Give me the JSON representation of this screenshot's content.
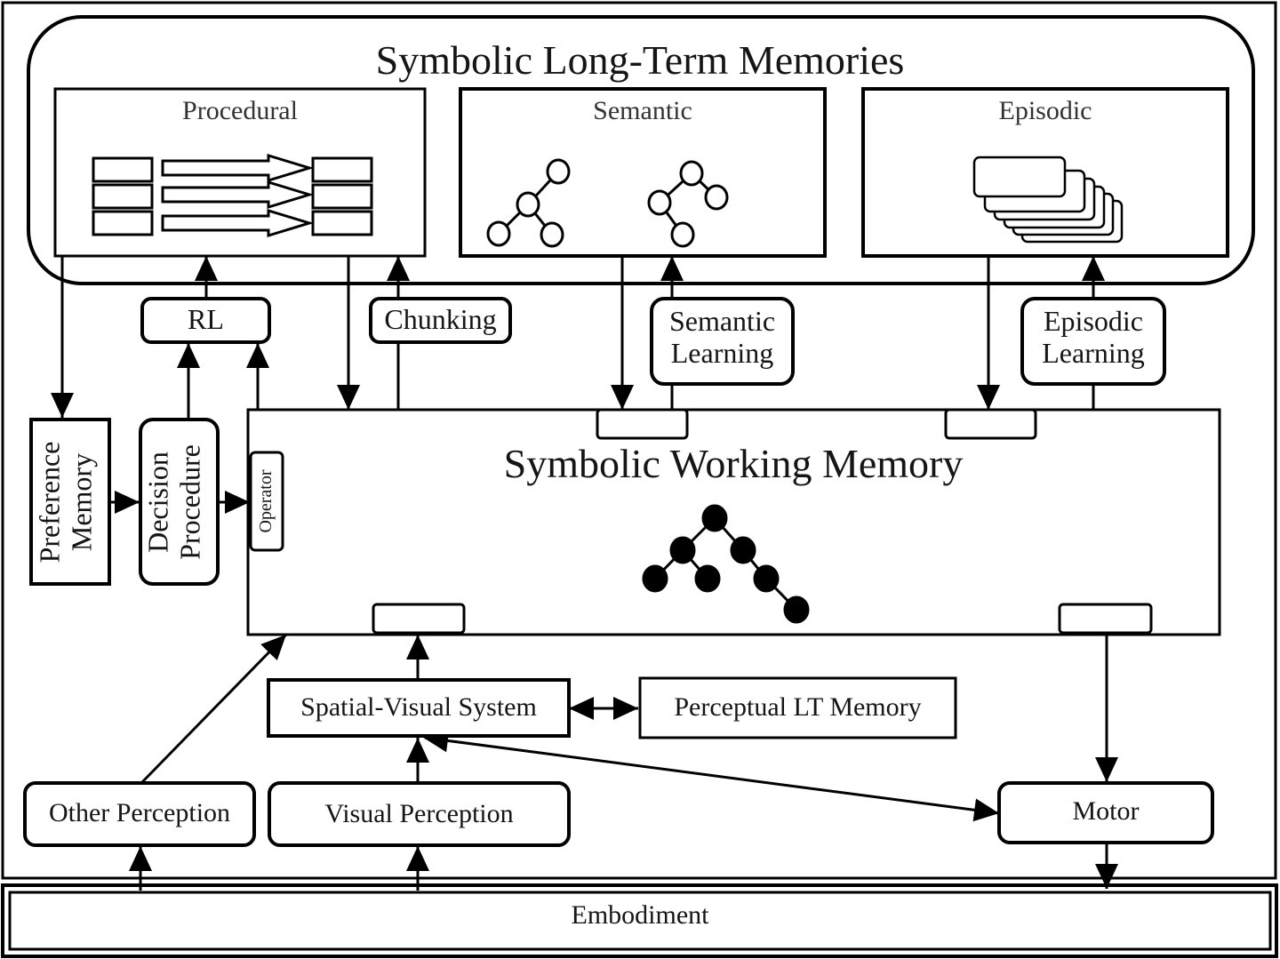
{
  "title": "Symbolic Long-Term Memories",
  "long_term": {
    "procedural": "Procedural",
    "semantic": "Semantic",
    "episodic": "Episodic"
  },
  "learning": {
    "rl": "RL",
    "chunking": "Chunking",
    "semantic_learning": [
      "Semantic",
      "Learning"
    ],
    "episodic_learning": [
      "Episodic",
      "Learning"
    ]
  },
  "decision": {
    "preference_memory": [
      "Preference",
      "Memory"
    ],
    "decision_procedure": [
      "Decision",
      "Procedure"
    ],
    "operator": "Operator"
  },
  "working_memory": "Symbolic Working Memory",
  "perception": {
    "spatial_visual": "Spatial-Visual System",
    "perceptual_lt": "Perceptual LT Memory",
    "other": "Other Perception",
    "visual": "Visual Perception",
    "motor": "Motor"
  },
  "embodiment": "Embodiment",
  "colors": {
    "stroke": "#000000",
    "background": "#ffffff"
  }
}
